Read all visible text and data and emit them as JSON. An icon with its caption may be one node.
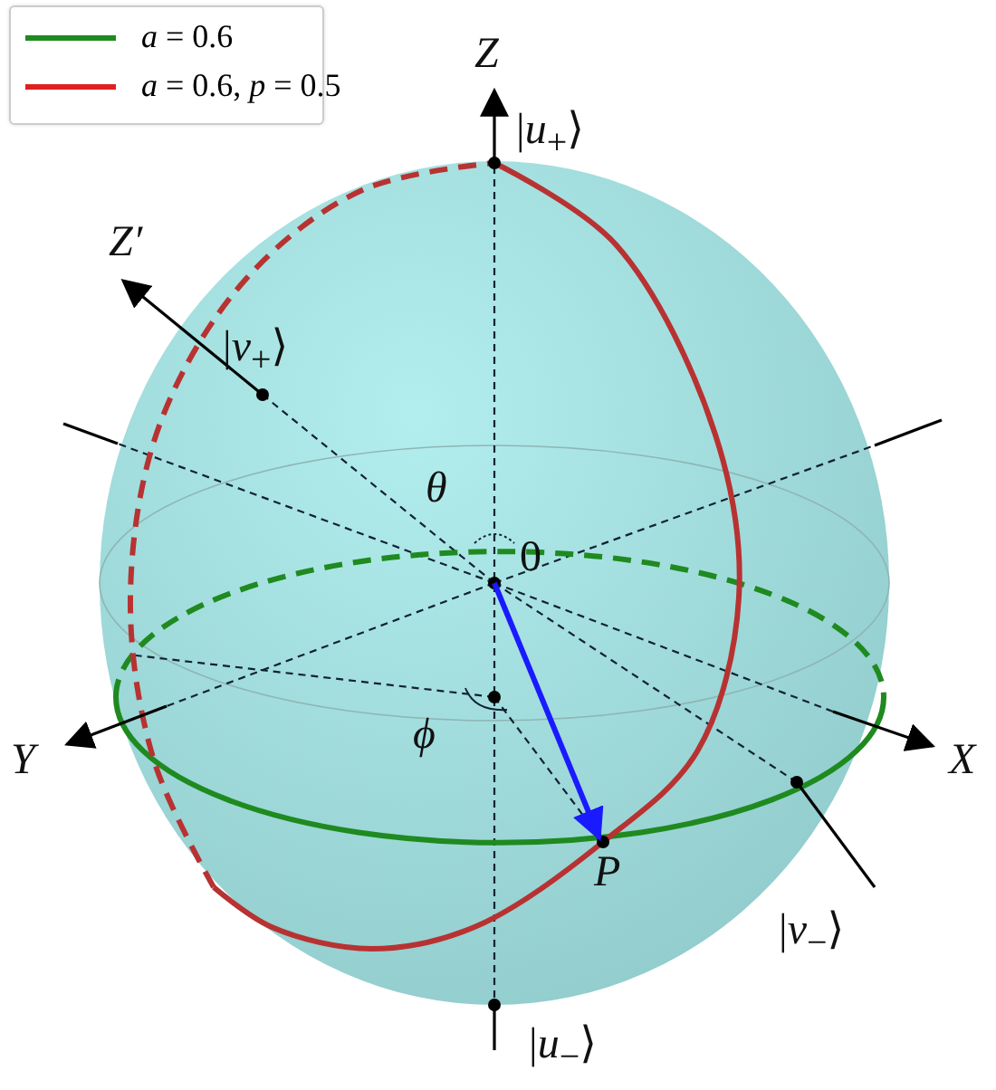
{
  "diagram": {
    "labels": [
      "Z",
      "|*u*$_{+}$⟩",
      "Z′",
      "|*v*$_{+}$⟩",
      "θ",
      "0",
      "Y",
      "X",
      "ϕ",
      "P",
      "|*v*$_{−}$⟩",
      "|*u*$_{−}$⟩"
    ],
    "legend": [
      {
        "text": "*a* = 0.6"
      },
      {
        "text": "*a* = 0.6, *p* = 0.5"
      }
    ]
  }
}
